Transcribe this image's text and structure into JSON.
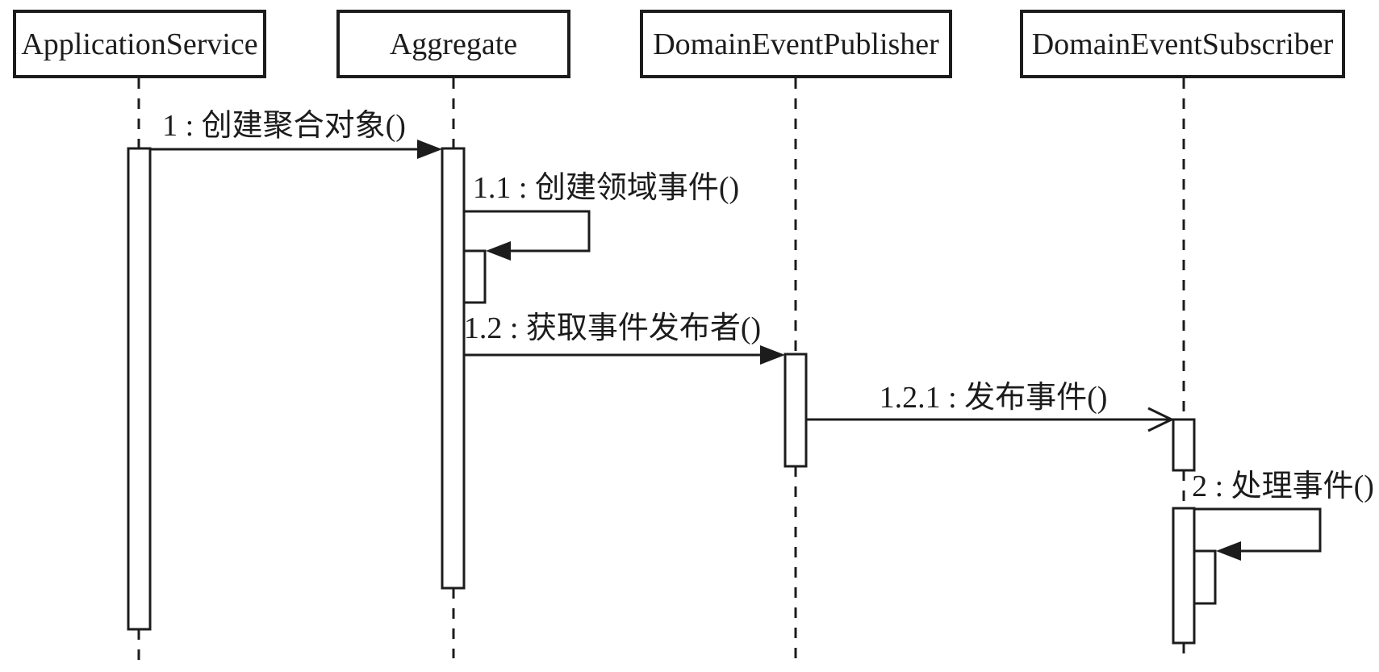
{
  "diagram": {
    "type": "uml-sequence-diagram",
    "actors": [
      {
        "name": "ApplicationService"
      },
      {
        "name": "Aggregate"
      },
      {
        "name": "DomainEventPublisher"
      },
      {
        "name": "DomainEventSubscriber"
      }
    ],
    "messages": [
      {
        "label": "1 : 创建聚合对象()",
        "from": "ApplicationService",
        "to": "Aggregate",
        "arrow": "filled-sync"
      },
      {
        "label": "1.1 : 创建领域事件()",
        "from": "Aggregate",
        "to": "Aggregate",
        "arrow": "filled-self-call"
      },
      {
        "label": "1.2 : 获取事件发布者()",
        "from": "Aggregate",
        "to": "DomainEventPublisher",
        "arrow": "filled-sync"
      },
      {
        "label": "1.2.1 : 发布事件()",
        "from": "DomainEventPublisher",
        "to": "DomainEventSubscriber",
        "arrow": "open-async"
      },
      {
        "label": "2 : 处理事件()",
        "from": "DomainEventSubscriber",
        "to": "DomainEventSubscriber",
        "arrow": "filled-self-call"
      }
    ],
    "colors": {
      "line": "#1c1c1c",
      "background": "#ffffff",
      "activation_fill": "#ffffff"
    }
  }
}
